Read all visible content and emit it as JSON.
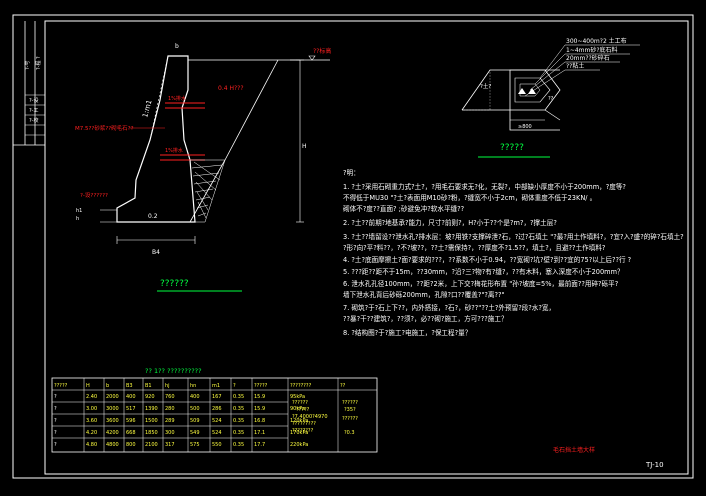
{
  "sheet": {
    "code": "TJ-10",
    "bottom_title": "毛石挡土墙大样",
    "left_strip_labels": [
      "?-号",
      "?-程 ?",
      "?-设",
      "?-工",
      "?-校"
    ]
  },
  "section": {
    "caption": "??????",
    "ground_mark": "??标高",
    "slope_label": "1:m1",
    "fill_label": "0.4 H???",
    "drain_pipe_label": "M7.5??砂浆??砌毛石??",
    "drain_pipe_top": "1%排水",
    "drain_pipe_bottom": "1%排水",
    "height_label": "H",
    "top_width_label": "b",
    "base_label": "0.2",
    "bottom_width_label": "B4",
    "foundation_label": "?-设??????",
    "toe_label": "h1",
    "heel_label": "h"
  },
  "detail": {
    "caption": "?????",
    "note1": "300~400m?2 土工布",
    "note2": "1~4mm砂?底石料",
    "note3": "20mm??砂碎石",
    "note4": "??粘土",
    "label_left": "?土?",
    "label_bottom": "≥800",
    "label_side": "??"
  },
  "notes": {
    "heading": "?明：",
    "lines": [
      "1. ?土?采用石砌重力式?土?，?用毛石要求无?化，无裂?，中部缺小厚度不小于200mm，?度等?",
      "   不得低于MU30 \"?土?表面用M10砂?粉，?缝宽不小于2cm，砌体重度不低于23KN/  。",
      "   砌体不?度??直面? ;砂避免冲?软水平缝??",
      "2. ?土??前期?地基承?能力，尺寸?前则?，H?小于??个是?m?，?撑土层?",
      "3. ?土??墙留设??泄水孔?排水层：坡?用铁?支撑碎泄?石，?过?石填土 \"?最?用土作填料?，?宜?入?盛?的碎?石填土?",
      "   ?形?向?平?料??，?不?坡??，??土?需保持?，??厚度不?1.5??，填土?，且避??土作填料?",
      "4. ?土?底面摩擦土?面?要求的???，??系数不小于0.94，??宽砌?坑?壁?到??宜的75?以上后??行 ?",
      "5. ???距??距不于15m，??30mm，?沿?三?物?有?缝?，??有木料，塞入深度不小于200mm？",
      "6. 泄水孔孔径100mm，??距?2米，上下交?梅花形布置 \"孙?坡度=5%，最前面??用碎?砾平?",
      "   墙下泄水孔背后砂砾200mm，孔隙?口??覆盖?\"?离??\"",
      "7. 砌筑?于?石上下??，内外搭接，?石?，砂??\"??土?外预留?段?水?宽，",
      "   ??暴?干??建筑?，??须?，必??砌?施工，方可???施工？",
      "8. ?结构图?于?施工?电施工，?保工程?量？"
    ]
  },
  "table": {
    "caption": "?? 1?? ??????????",
    "headers": [
      "?????",
      "H",
      "b",
      "B3",
      "B1",
      "hj",
      "hn",
      "m1",
      "?",
      "?????",
      "????????",
      "??"
    ],
    "rows": [
      [
        "?",
        "2.40",
        "2000",
        "400",
        "920",
        "760",
        "400",
        "167",
        "0.35",
        "15.9",
        "95kPa"
      ],
      [
        "?",
        "3.00",
        "3000",
        "517",
        "1390",
        "280",
        "500",
        "286",
        "0.35",
        "15.9",
        "90kPa"
      ],
      [
        "?",
        "3.60",
        "3600",
        "596",
        "1500",
        "289",
        "509",
        "524",
        "0.35",
        "16.8",
        "120kPa"
      ],
      [
        "?",
        "4.20",
        "4200",
        "668",
        "1850",
        "300",
        "549",
        "524",
        "0.35",
        "17.1",
        "170kPa"
      ],
      [
        "?",
        "4.80",
        "4800",
        "800",
        "2100",
        "317",
        "575",
        "550",
        "0.35",
        "17.7",
        "220kPa"
      ]
    ],
    "merged_cell_1": [
      "??????",
      "?????",
      "?7.4000?4970",
      "?????????",
      "????????"
    ],
    "merged_cell_2": [
      "??????",
      "?35?",
      "??????",
      "?0.3"
    ]
  },
  "colors": {
    "frame": "#ffffff",
    "wall": "#ffffff",
    "red": "#ff2020",
    "green": "#00ff40",
    "yellow": "#ffff40",
    "magenta": "#ff40ff",
    "cyan": "#40ffff"
  }
}
